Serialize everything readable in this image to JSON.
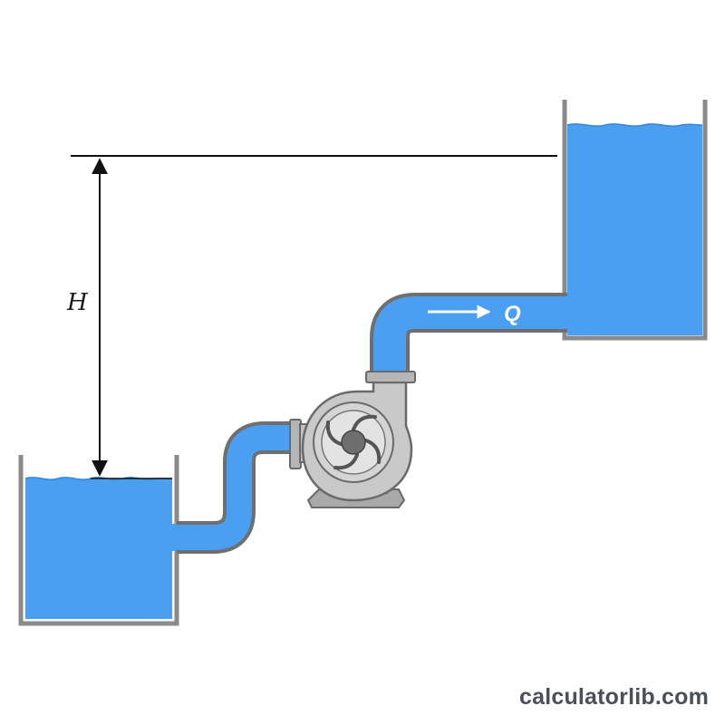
{
  "labels": {
    "head": "H",
    "flow": "Q"
  },
  "watermark": "calculatorlib.com",
  "colors": {
    "water": "#4a9ff0",
    "tank_wall": "#8a8a8a",
    "pipe_wall": "#707070",
    "pump_body": "#c9c9c9",
    "line": "#111111",
    "flow_arrow": "#ffffff",
    "watermark": "#4a4f5a"
  },
  "icons": {
    "pump": "centrifugal-pump-icon",
    "impeller": "impeller-icon",
    "flow_direction": "right-arrow-icon"
  }
}
